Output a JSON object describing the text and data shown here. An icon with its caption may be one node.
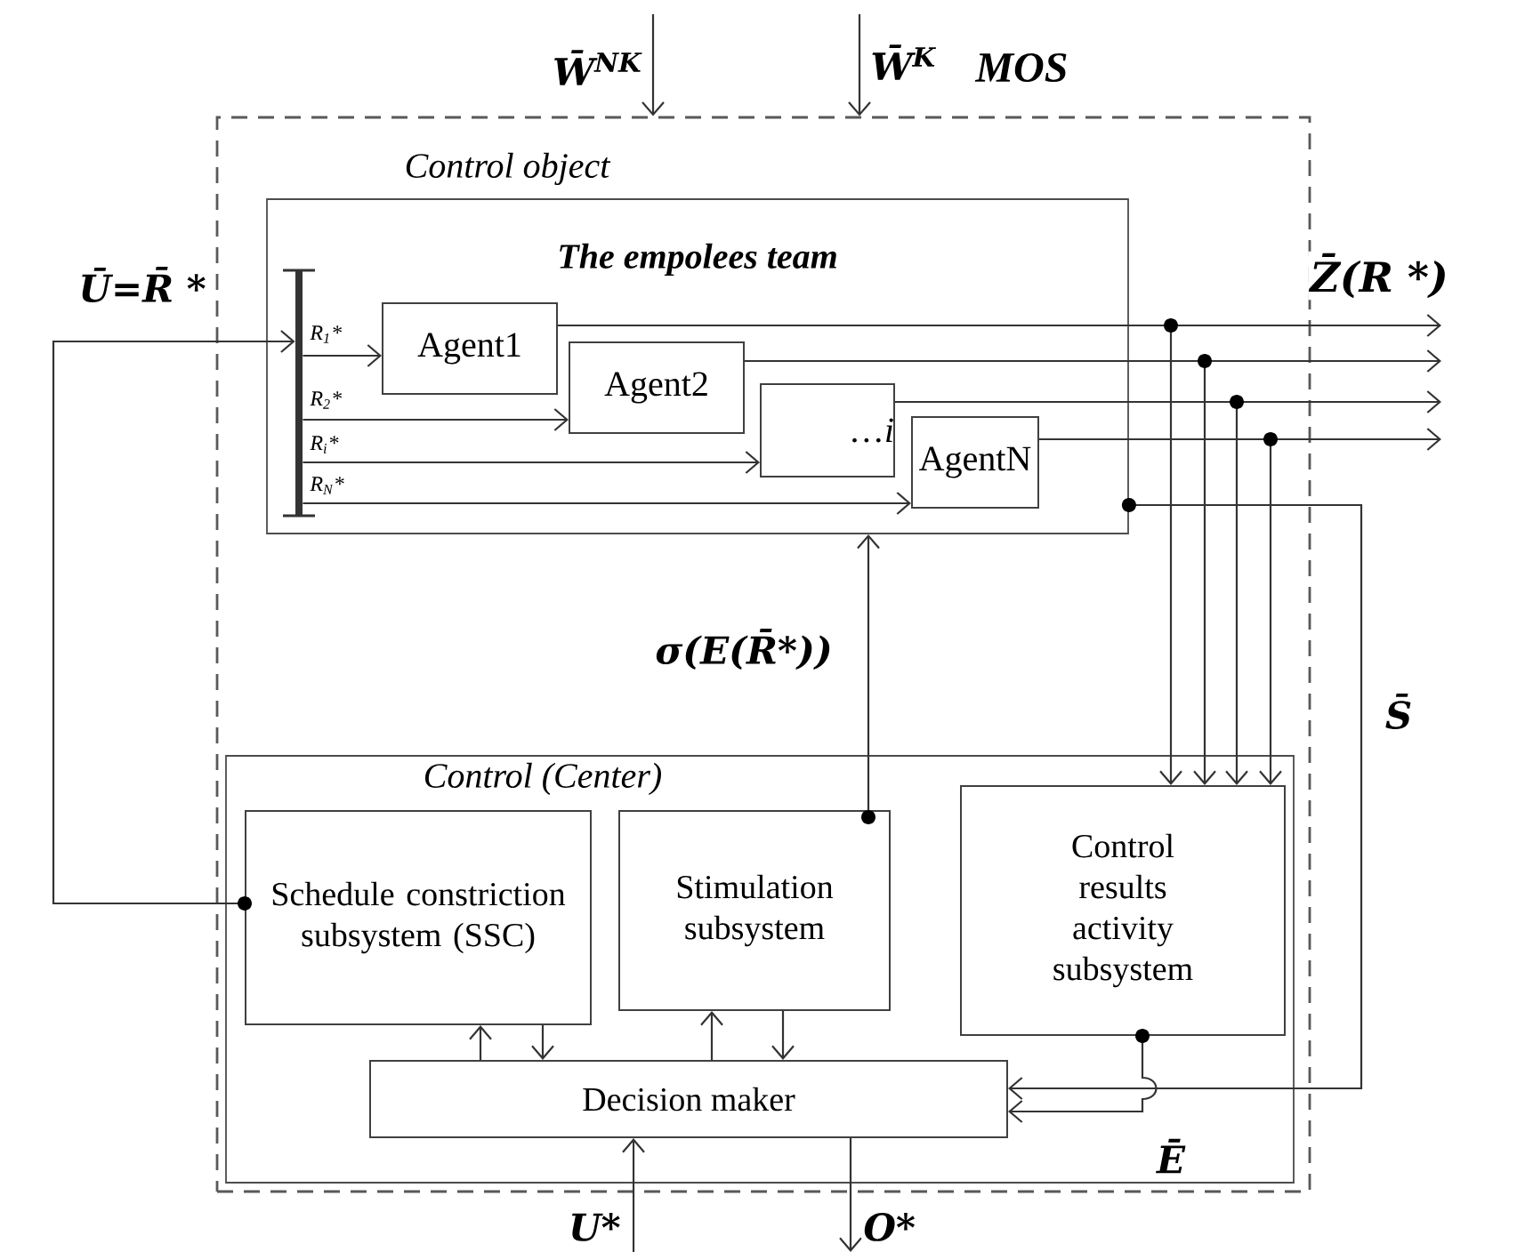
{
  "diagram": {
    "nodes": [
      {
        "text": [
          "MOS"
        ]
      },
      {
        "text": [
          "Control object",
          "The empolees team"
        ],
        "in": 0
      },
      {
        "text": [],
        "shape": "bar",
        "in": 1
      },
      {
        "text": [
          "Agent1"
        ],
        "in": 1
      },
      {
        "text": [
          "Agent2"
        ],
        "in": 1
      },
      {
        "text": [
          "…*i*"
        ],
        "in": 1
      },
      {
        "text": [
          "AgentN"
        ],
        "in": 1
      },
      {
        "text": [
          "Control (Center)"
        ],
        "in": 0
      },
      {
        "text": [
          "Schedule constriction subsystem (SSC)"
        ],
        "in": 7
      },
      {
        "text": [
          "Stimulation subsystem"
        ],
        "in": 7
      },
      {
        "text": [
          "Control results activity subsystem"
        ],
        "in": 7
      },
      {
        "text": [
          "Decision maker"
        ],
        "in": 7
      }
    ],
    "edges": [
      {
        "from": null,
        "to": 0,
        "arrow": "to",
        "label": "W̄$^{NK}$"
      },
      {
        "from": null,
        "to": 0,
        "arrow": "to",
        "label": "W̄$^{K}$"
      },
      {
        "from": 8,
        "to": 2,
        "arrow": "to",
        "label": "Ū=R̄ *"
      },
      {
        "from": 2,
        "to": 3,
        "arrow": "to",
        "label": "R$_{1}$*"
      },
      {
        "from": 2,
        "to": 4,
        "arrow": "to",
        "label": "R$_{2}$*"
      },
      {
        "from": 2,
        "to": 5,
        "arrow": "to",
        "label": "R$_{i}$*"
      },
      {
        "from": 2,
        "to": 6,
        "arrow": "to",
        "label": "R$_{N}$*"
      },
      {
        "from": 3,
        "to": null,
        "arrow": "to",
        "label": "Z̄(R *)"
      },
      {
        "from": 4,
        "to": null,
        "arrow": "to"
      },
      {
        "from": 5,
        "to": null,
        "arrow": "to"
      },
      {
        "from": 6,
        "to": null,
        "arrow": "to"
      },
      {
        "from": 3,
        "to": 10,
        "arrow": "to"
      },
      {
        "from": 4,
        "to": 10,
        "arrow": "to"
      },
      {
        "from": 5,
        "to": 10,
        "arrow": "to"
      },
      {
        "from": 6,
        "to": 10,
        "arrow": "to"
      },
      {
        "from": 1,
        "to": 11,
        "arrow": "to",
        "label": "S̄"
      },
      {
        "from": 9,
        "to": 1,
        "arrow": "to",
        "label": "σ(E(R̄*))"
      },
      {
        "from": 11,
        "to": 8,
        "arrow": "to"
      },
      {
        "from": 8,
        "to": 11,
        "arrow": "to"
      },
      {
        "from": 11,
        "to": 9,
        "arrow": "to"
      },
      {
        "from": 9,
        "to": 11,
        "arrow": "to"
      },
      {
        "from": 10,
        "to": 11,
        "arrow": "to",
        "label": "Ē"
      },
      {
        "from": null,
        "to": 11,
        "arrow": "to",
        "label": "U*"
      },
      {
        "from": 11,
        "to": null,
        "arrow": "to",
        "label": "O*"
      }
    ]
  }
}
